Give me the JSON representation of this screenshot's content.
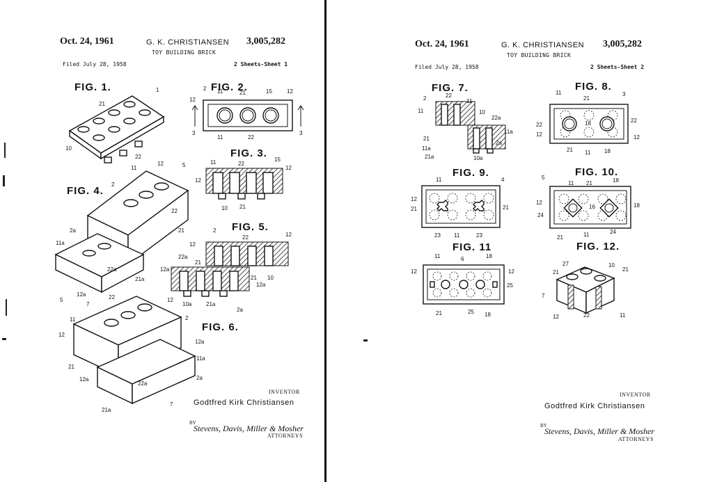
{
  "sheet1": {
    "date": "Oct. 24, 1961",
    "inventor_header": "G. K. CHRISTIANSEN",
    "patent_number": "3,005,282",
    "title": "TOY BUILDING BRICK",
    "filed": "Filed July 28, 1958",
    "sheet_label": "2 Sheets-Sheet 1",
    "figures": [
      "FIG. 1.",
      "FIG. 2.",
      "FIG. 3.",
      "FIG. 4.",
      "FIG. 5.",
      "FIG. 6."
    ],
    "inventor_caption": "INVENTOR",
    "inventor_name": "Godtfred Kirk Christiansen",
    "by": "BY",
    "attorney_signature": "Stevens, Davis, Miller & Mosher",
    "attorneys": "ATTORNEYS"
  },
  "sheet2": {
    "date": "Oct. 24, 1961",
    "inventor_header": "G. K. CHRISTIANSEN",
    "patent_number": "3,005,282",
    "title": "TOY BUILDING BRICK",
    "filed": "Filed July 28, 1958",
    "sheet_label": "2 Sheets-Sheet 2",
    "figures": [
      "FIG. 7.",
      "FIG. 8.",
      "FIG. 9.",
      "FIG. 10.",
      "FIG. 11",
      "FIG. 12."
    ],
    "inventor_caption": "INVENTOR",
    "inventor_name": "Godtfred Kirk Christiansen",
    "by": "BY",
    "attorney_signature": "Stevens, Davis, Miller & Mosher",
    "attorneys": "ATTORNEYS"
  }
}
